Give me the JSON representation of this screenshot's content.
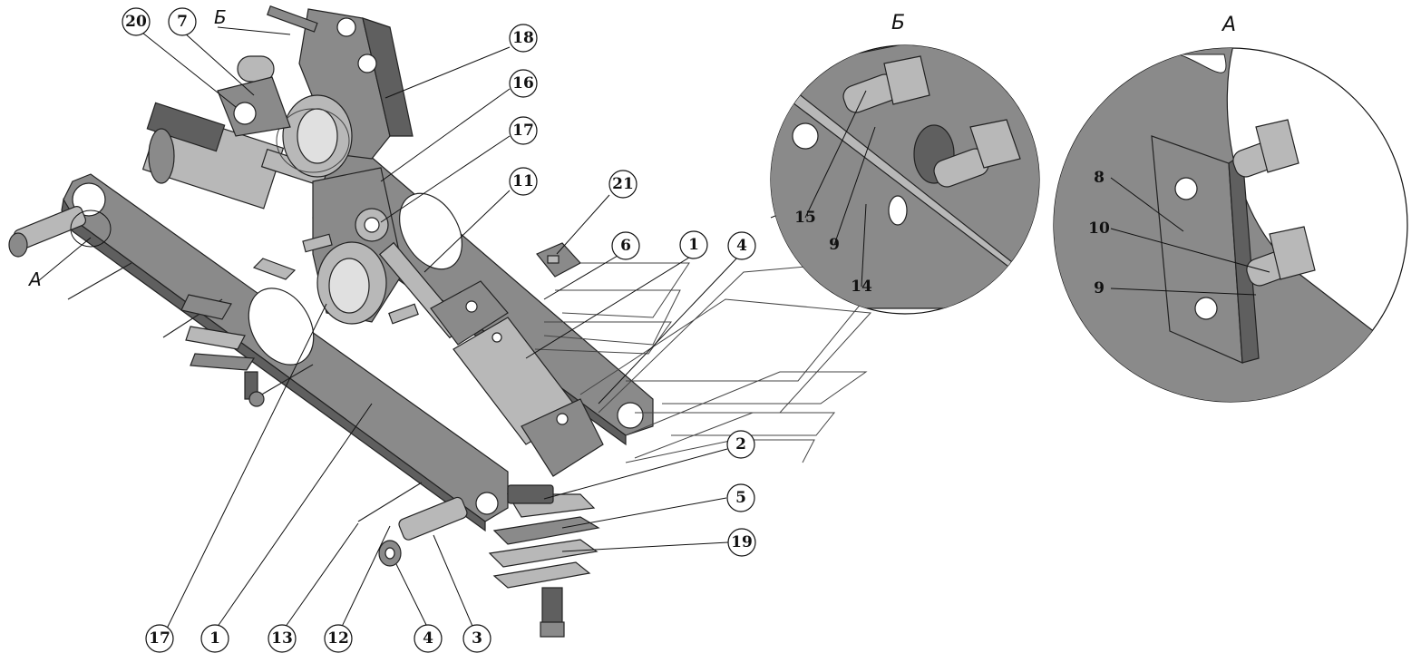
{
  "view_labels": {
    "b_main": "Б",
    "a_main": "А",
    "b_detail": "Б",
    "a_detail": "А"
  },
  "callouts": {
    "c20": "20",
    "c7": "7",
    "c18": "18",
    "c16": "16",
    "c17_top": "17",
    "c11": "11",
    "c21": "21",
    "c6": "6",
    "c1_top": "1",
    "c4_top": "4",
    "c2": "2",
    "c5": "5",
    "c19": "19",
    "c17_bottom": "17",
    "c1_bottom": "1",
    "c13": "13",
    "c12": "12",
    "c4_bottom": "4",
    "c3": "3",
    "b15": "15",
    "b9": "9",
    "b14": "14",
    "a8": "8",
    "a10": "10",
    "a9": "9"
  },
  "colors": {
    "line": "#111111",
    "steel_dark": "#5f5f5f",
    "steel_mid": "#8a8a8a",
    "steel_light": "#b8b8b8"
  }
}
